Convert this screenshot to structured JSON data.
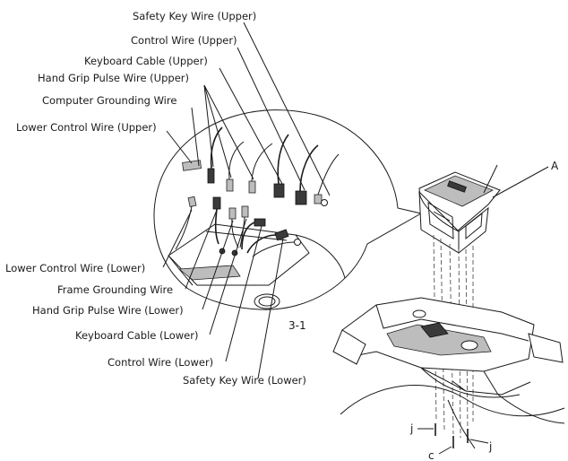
{
  "labels": {
    "safety_key_wire_upper": "Safety Key Wire (Upper)",
    "control_wire_upper": "Control Wire (Upper)",
    "keyboard_cable_upper": "Keyboard Cable (Upper)",
    "hand_grip_pulse_wire_upper": "Hand Grip Pulse Wire (Upper)",
    "computer_grounding_wire": "Computer Grounding Wire",
    "lower_control_wire_upper": "Lower Control Wire (Upper)",
    "lower_control_wire_lower": "Lower Control Wire (Lower)",
    "frame_grounding_wire": "Frame Grounding Wire",
    "hand_grip_pulse_wire_lower": "Hand Grip Pulse Wire (Lower)",
    "keyboard_cable_lower": "Keyboard Cable (Lower)",
    "control_wire_lower": "Control Wire (Lower)",
    "safety_key_wire_lower": "Safety Key Wire (Lower)"
  },
  "figure_number": "3-1",
  "part_callouts": {
    "console": "A",
    "bolt_left": "j",
    "bolt_right": "j",
    "screw": "c"
  },
  "colors": {
    "line": "#1a1a1a",
    "shade": "#bdbdbd",
    "dark_part": "#3a3a3a"
  }
}
